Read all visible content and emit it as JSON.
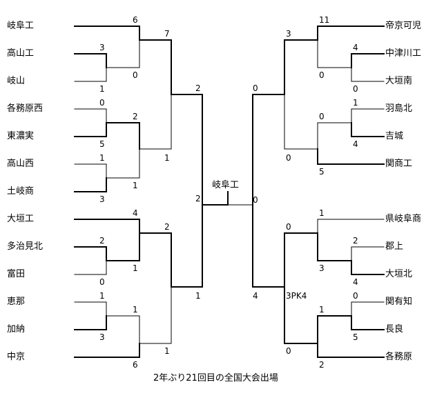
{
  "left_teams": [
    "岐阜工",
    "高山工",
    "岐山",
    "各務原西",
    "東濃実",
    "高山西",
    "土岐商",
    "大垣工",
    "多治見北",
    "富田",
    "恵那",
    "加納",
    "中京"
  ],
  "right_teams": [
    "帝京可児",
    "中津川工",
    "大垣南",
    "羽島北",
    "吉城",
    "関商工",
    "県岐阜商",
    "郡上",
    "大垣北",
    "関有知",
    "長良",
    "各務原"
  ],
  "champion": "岐阜工",
  "caption": "2年ぶり21回目の全国大会出場",
  "pk_note": "3PK4",
  "scores": {
    "l_r1_gifuko": "6",
    "l_r1_takayamako": "3",
    "l_r1_kizan": "1",
    "l_r1_takayamako_b": "0",
    "l_r2_top": "7",
    "l_r2_mid": "1",
    "l_r3_top": "2",
    "l_r1_kakamigaharanishi": "0",
    "l_r1_tonojitsu": "5",
    "l_r1_tonojitsu_b": "2",
    "l_r1_takayamanishi": "1",
    "l_r1_tokisho": "3",
    "l_r1_tokisho_b": "1",
    "l_semi_top": "2",
    "l_r1_ogakiko": "4",
    "l_r1_tajimikita": "2",
    "l_r1_tomita": "0",
    "l_r1_tajimikita_b": "1",
    "l_r2_ogaki": "2",
    "l_r1_ena": "1",
    "l_r1_kano": "3",
    "l_r1_kano_b": "1",
    "l_r1_chukyo": "6",
    "l_r2_chukyo": "1",
    "l_r3_bottom": "1",
    "r_r1_teikyo": "11",
    "r_r1_nakatsugawako": "4",
    "r_r1_ogakiminami": "0",
    "r_r1_nakatsu_b": "0",
    "r_r2_top": "3",
    "r_r1_hashimakita": "1",
    "r_r1_yoshiki": "4",
    "r_r1_yoshiki_b": "0",
    "r_r1_sekishoko": "5",
    "r_r2_yoshiki": "0",
    "r_semi_top": "0",
    "r_final": "0",
    "r_r1_kengifusho": "1",
    "r_r1_gujo": "2",
    "r_r1_ogakikita": "4",
    "r_r1_gujo_b": "3",
    "r_r2_kengifusho": "0",
    "r_r1_sekiyuchi": "0",
    "r_r1_nagara": "5",
    "r_r1_nagara_b": "1",
    "r_r1_kakamigahara": "2",
    "r_r2_nagara": "0",
    "r_semi_bottom": "4"
  }
}
